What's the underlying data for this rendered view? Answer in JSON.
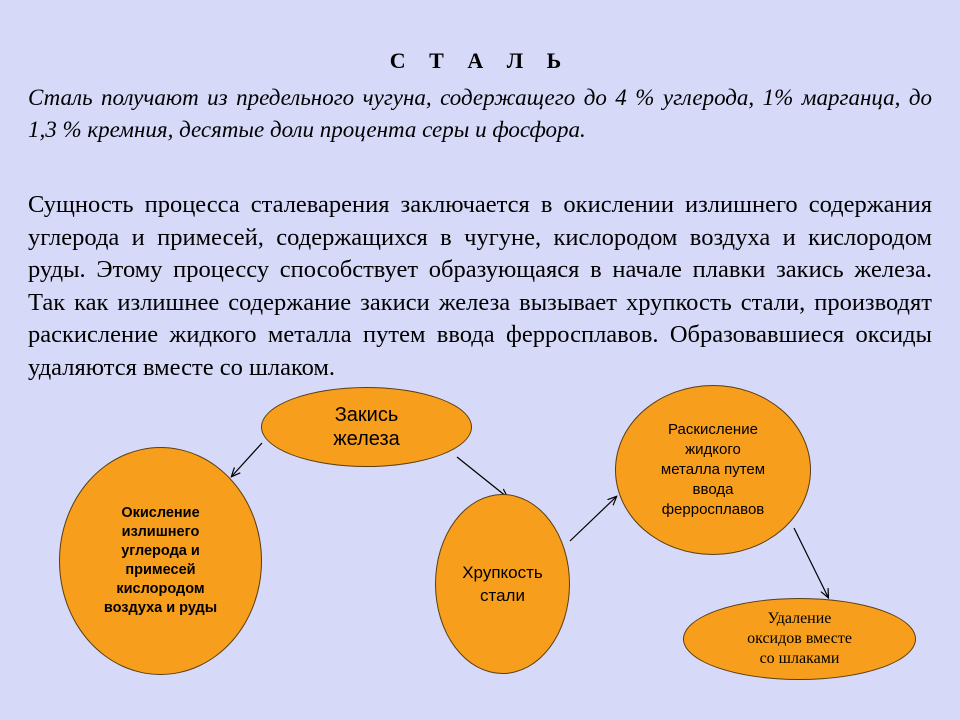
{
  "title": "С Т А Л Ь",
  "intro": "Сталь получают из предельного чугуна, содержащего до 4 % углерода, 1% марганца, до 1,3 % кремния, десятые доли процента серы и фосфора.",
  "essence": "Сущность процесса сталеварения заключается в окислении излишнего содержания углерода и примесей, содержащихся в чугуне, кислородом воздуха и кислородом руды. Этому процессу способствует образующаяся в начале плавки закись железа. Так как излишнее содержание закиси железа вызывает хрупкость стали, производят раскисление жидкого металла путем ввода ферросплавов. Образовавшиеся оксиды удаляются вместе со шлаком.",
  "diagram": {
    "fill_color": "#f79e1c",
    "nodes": {
      "iron_oxide": "Закись\nжелеза",
      "oxidation": "Окисление\nизлишнего\nуглерода и\nпримесей\nкислородом\nвоздуха и руды",
      "brittleness": "Хрупкость\nстали",
      "deoxidation": "Раскисление\nжидкого\nметалла путем\nввода\nферросплавов",
      "removal": "Удаление\nоксидов вместе\nсо шлаками"
    }
  }
}
